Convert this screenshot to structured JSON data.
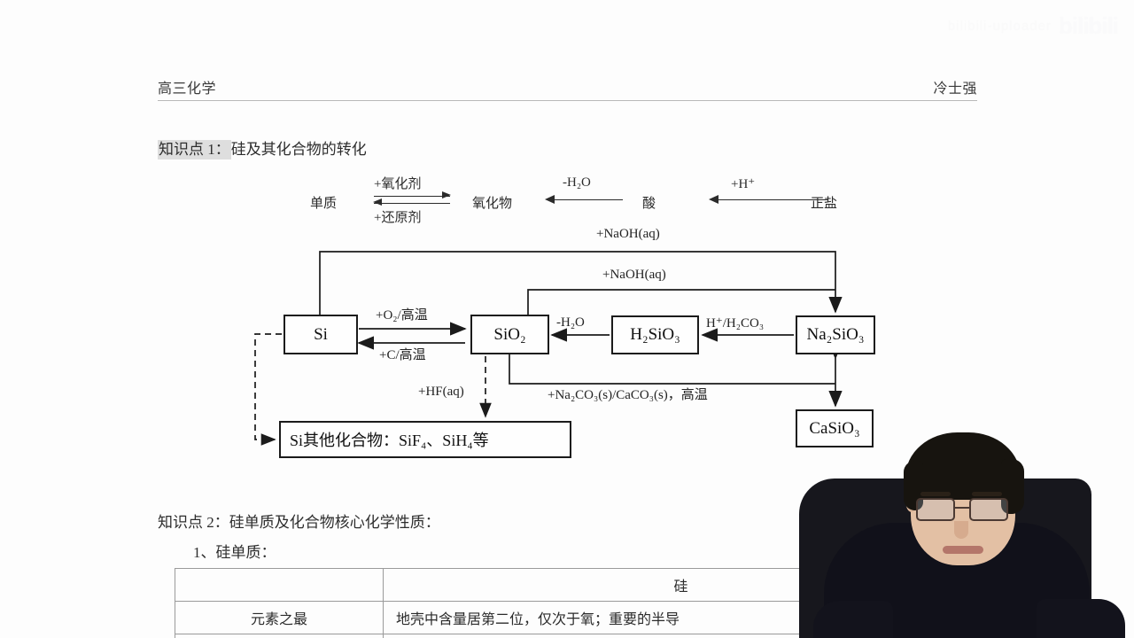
{
  "watermark": {
    "id": "bilibili-uploader",
    "logo": "bilibili"
  },
  "doc_header": {
    "course": "高三化学",
    "teacher": "冷士强"
  },
  "sections": {
    "kp1_tag": "知识点 1：",
    "kp1_title": "硅及其化合物的转化",
    "kp2_tag": "知识点 2：",
    "kp2_title": "硅单质及化合物核心化学性质：",
    "kp2_sub": "1、硅单质："
  },
  "top_row": {
    "n1": "单质",
    "label_ox": "+氧化剂",
    "label_red": "+还原剂",
    "n2": "氧化物",
    "label_dehydrate": "-H₂O",
    "n3": "酸",
    "label_hplus": "+H⁺",
    "n4": "正盐"
  },
  "diagram": {
    "nodes": {
      "si": "Si",
      "sio2": "SiO₂",
      "h2sio3": "H₂SiO₃",
      "na2sio3": "Na₂SiO₃",
      "casio3": "CaSiO₃",
      "others": "Si其他化合物：SiF₄、SiH₄等"
    },
    "labels": {
      "naoh_top": "+NaOH(aq)",
      "naoh_mid": "+NaOH(aq)",
      "o2_high": "+O₂/高温",
      "c_high": "+C/高温",
      "dehydrate": "-H₂O",
      "h_h2co3": "H⁺/H₂CO₃",
      "hf_aq": "+HF(aq)",
      "carbonates": "+Na₂CO₃(s)/CaCO₃(s)，高温"
    }
  },
  "table": {
    "header_blank": "",
    "header_col2": "硅",
    "rows": [
      {
        "name": "元素之最",
        "value": "地壳中含量居第二位，仅次于氧；重要的半导"
      }
    ]
  },
  "colors": {
    "ink": "#1b1b1b",
    "highlight": "#dedede",
    "rule": "#b9b9b9"
  }
}
